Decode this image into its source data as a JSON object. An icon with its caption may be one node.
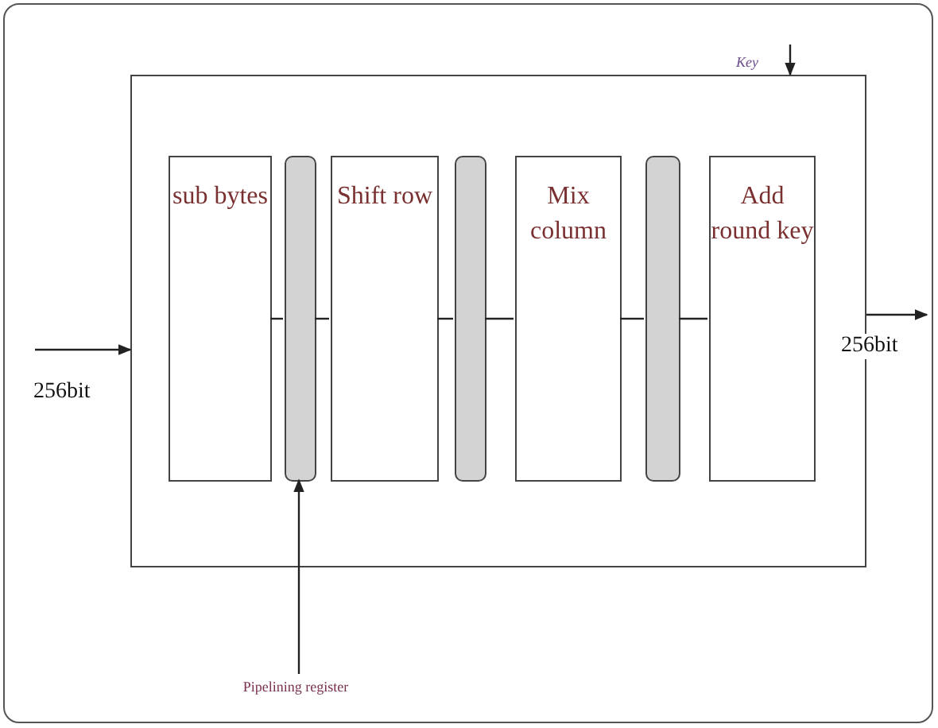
{
  "diagram": {
    "nodes": [
      {
        "text": [],
        "shape": "box"
      },
      {
        "text": [
          "sub bytes"
        ],
        "in": 0
      },
      {
        "text": [],
        "shape": "bar",
        "in": 0
      },
      {
        "text": [
          "Shift row"
        ],
        "in": 0
      },
      {
        "text": [],
        "shape": "bar",
        "in": 0
      },
      {
        "text": [
          "Mix column"
        ],
        "in": 0
      },
      {
        "text": [],
        "shape": "bar",
        "in": 0
      },
      {
        "text": [
          "Add round key"
        ],
        "in": 0
      },
      {
        "text": [
          "Pipelining register"
        ]
      }
    ],
    "edges": [
      {
        "from": null,
        "to": 0,
        "arrow": "to",
        "label": "256bit"
      },
      {
        "from": 1,
        "to": 2,
        "arrow": "none"
      },
      {
        "from": 2,
        "to": 3,
        "arrow": "none"
      },
      {
        "from": 3,
        "to": 4,
        "arrow": "none"
      },
      {
        "from": 4,
        "to": 5,
        "arrow": "none"
      },
      {
        "from": 5,
        "to": 6,
        "arrow": "none"
      },
      {
        "from": 6,
        "to": 7,
        "arrow": "none"
      },
      {
        "from": 0,
        "to": null,
        "arrow": "to",
        "label": "256bit"
      },
      {
        "from": null,
        "to": 0,
        "arrow": "to",
        "label": "Key"
      },
      {
        "from": 8,
        "to": 2,
        "arrow": "to"
      }
    ]
  }
}
